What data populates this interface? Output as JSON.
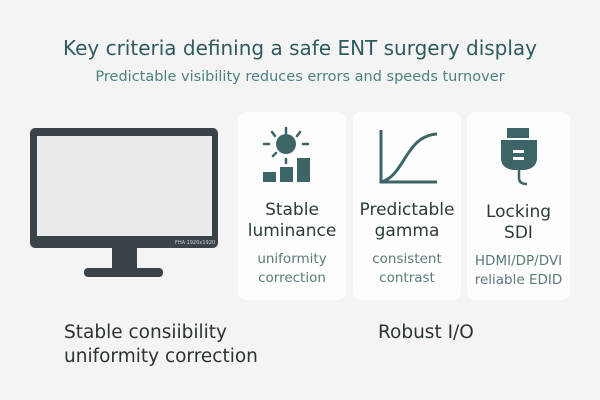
{
  "header": {
    "title": "Key criteria defining a safe ENT surgery display",
    "subtitle": "Predictable visibility reduces errors and speeds turnover"
  },
  "monitor": {
    "bezel_label": "FHA 1920x1920"
  },
  "cards": [
    {
      "icon": "sun-bars-icon",
      "heading": [
        "Stable",
        "luminance"
      ],
      "sub": [
        "uniformity",
        "correction"
      ]
    },
    {
      "icon": "gamma-curve-icon",
      "heading": [
        "Predictable",
        "gamma"
      ],
      "sub": [
        "consistent",
        "contrast"
      ]
    },
    {
      "icon": "connector-plug-icon",
      "heading": [
        "Locking",
        "SDI"
      ],
      "sub": [
        "HDMI/DP/DVI",
        "reliable EDID"
      ]
    }
  ],
  "bottom": {
    "left": [
      "Stable consiibility",
      "uniformity correction"
    ],
    "right": "Robust I/O"
  },
  "colors": {
    "accent": "#3d6568",
    "dark": "#3a4448"
  }
}
